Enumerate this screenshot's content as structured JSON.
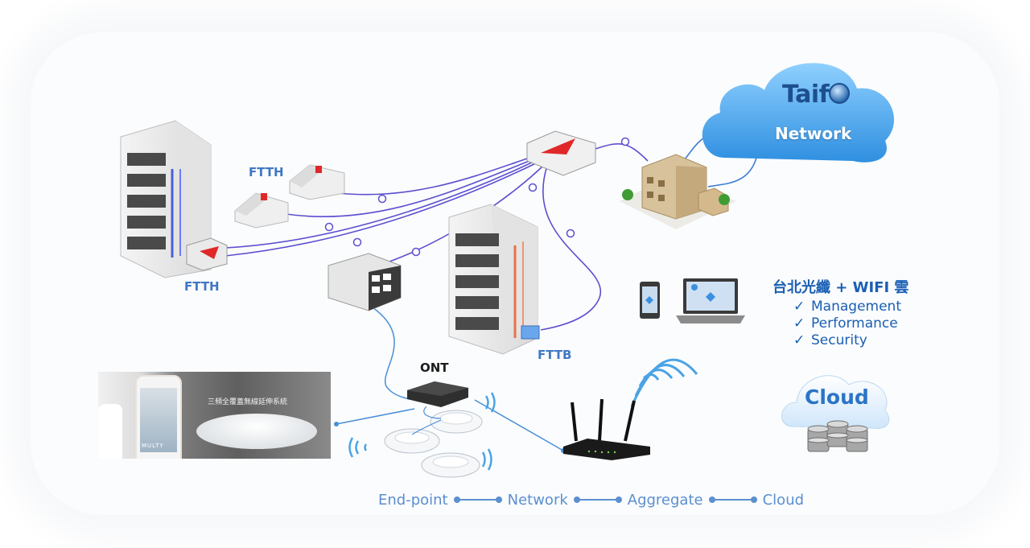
{
  "labels": {
    "ftth_top": "FTTH",
    "ftth_left": "FTTH",
    "fttb": "FTTB",
    "ont": "ONT"
  },
  "cloud_top": {
    "logo_prefix": "Taif",
    "subtitle": "Network"
  },
  "cloud_bottom": {
    "label": "Cloud"
  },
  "features": {
    "title": "台北光纖 + WIFI 雲",
    "items": [
      "Management",
      "Performance",
      "Security"
    ],
    "check_glyph": "✓"
  },
  "photo": {
    "caption": "三頻全覆蓋無線延伸系統",
    "brand": "MULTY"
  },
  "flow": {
    "steps": [
      "End-point",
      "Network",
      "Aggregate",
      "Cloud"
    ]
  },
  "colors": {
    "fiber": "#5b4fd0",
    "accent_blue": "#3f78c4",
    "cloud_blue": "#4aa3e6",
    "riser_orange": "#e8714a",
    "riser_blue": "#4b5fd8",
    "device_red": "#e02828"
  }
}
